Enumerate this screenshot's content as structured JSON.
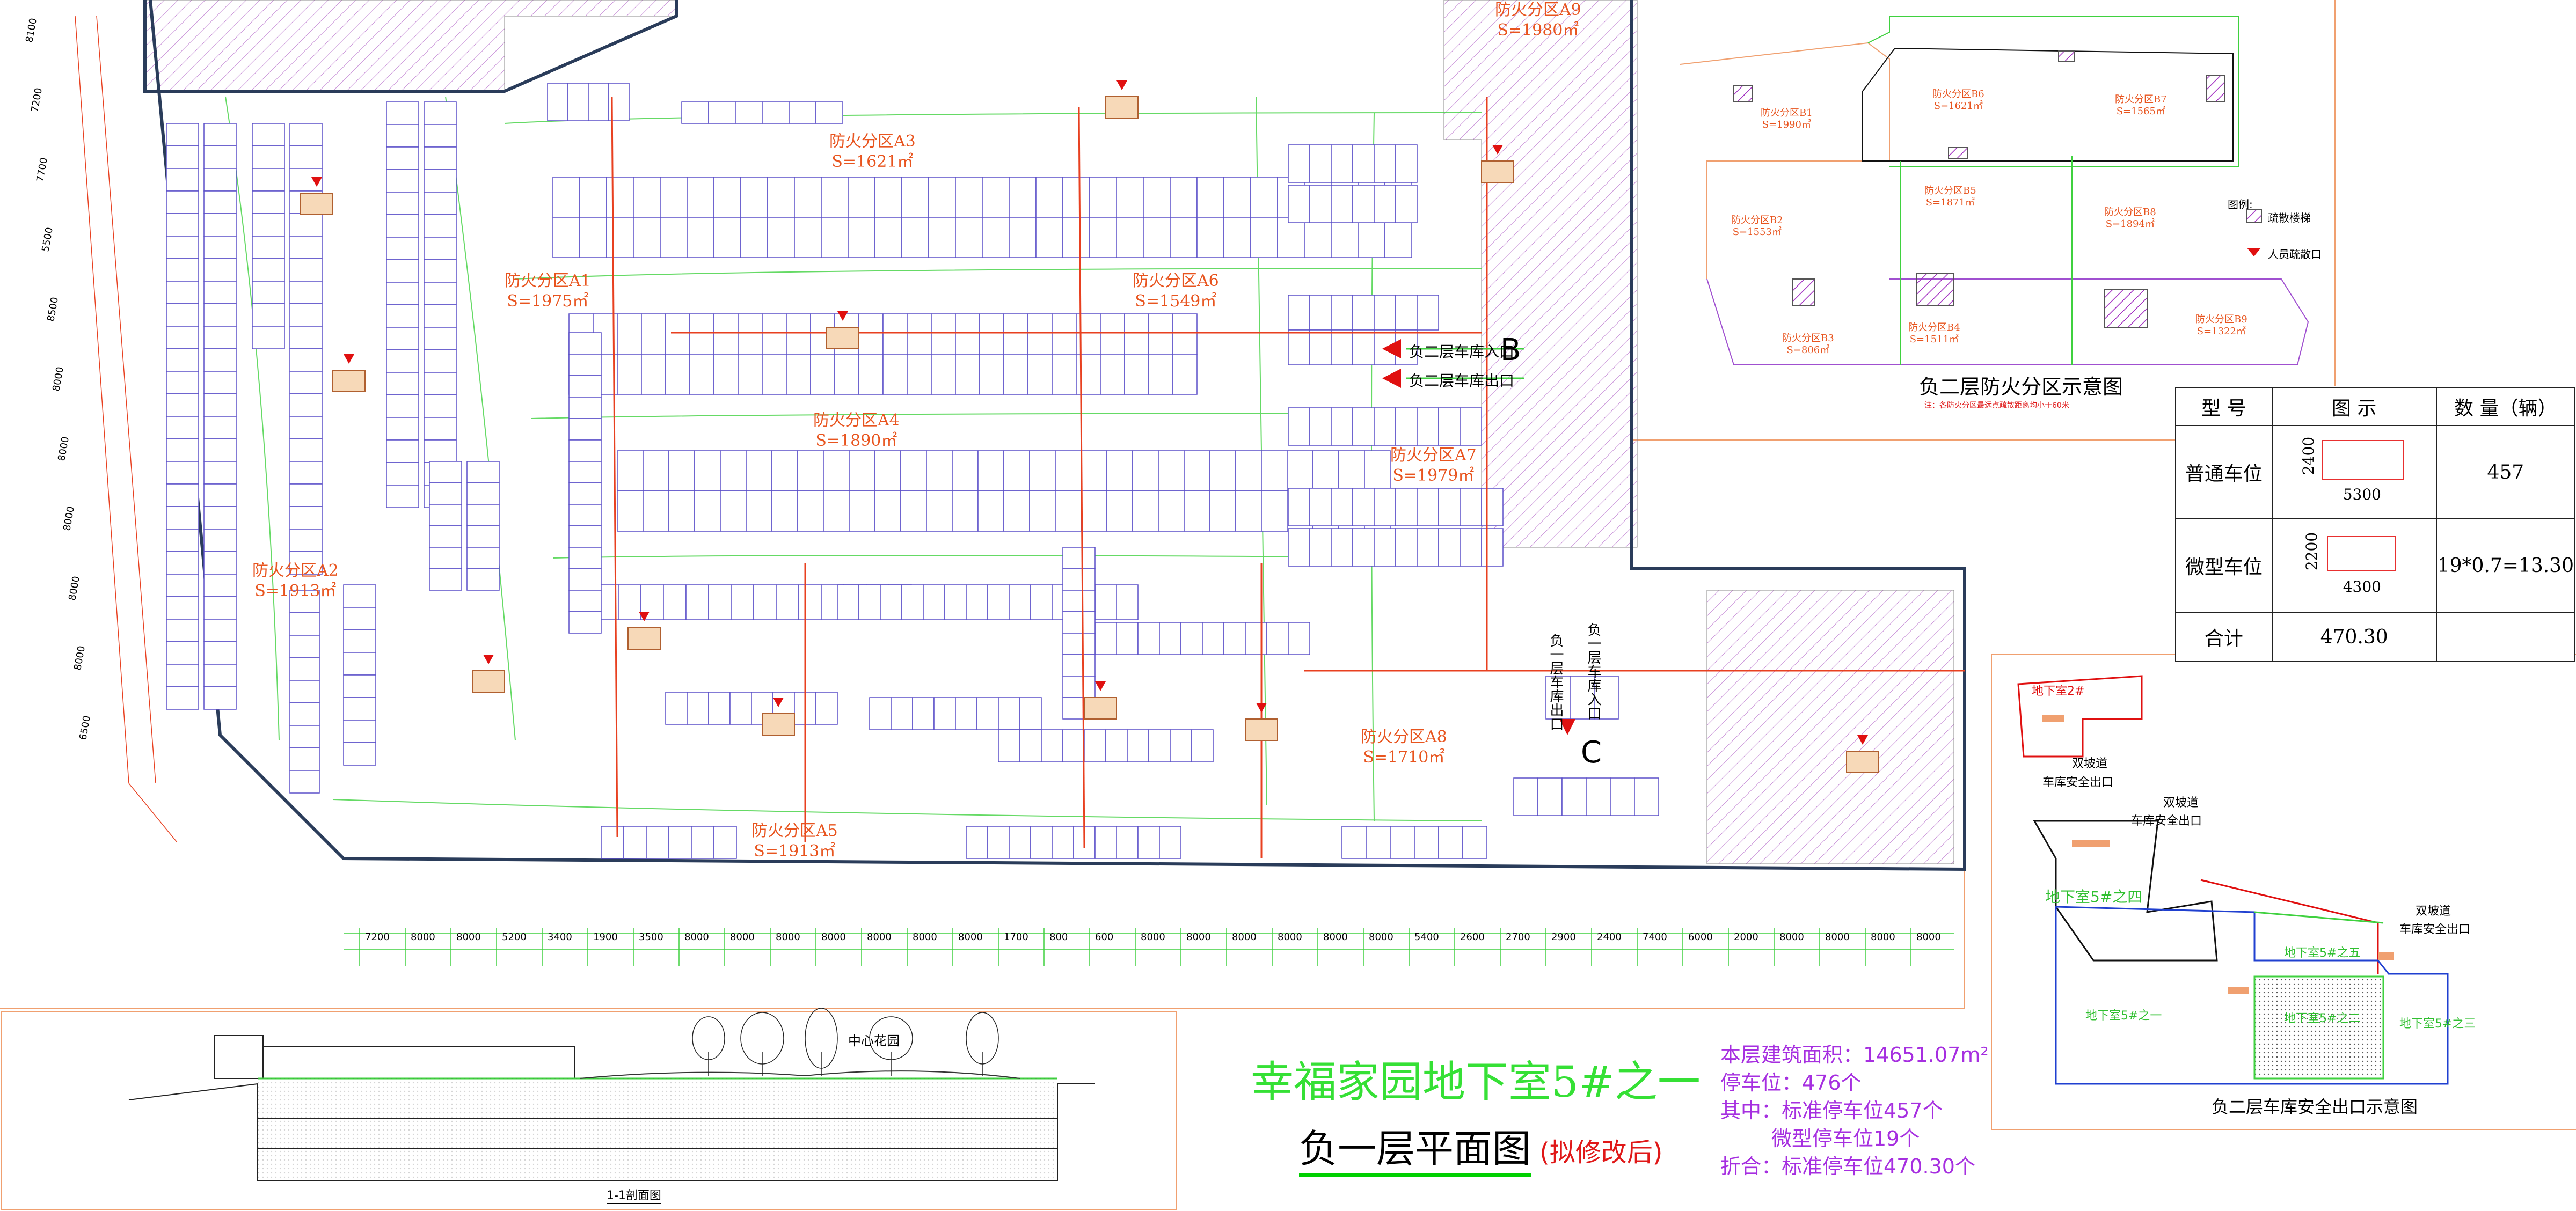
{
  "title": {
    "main": "幸福家园地下室5#之一",
    "sub": "负一层平面图",
    "note": "(拟修改后)"
  },
  "stats": [
    "本层建筑面积：14651.07m²",
    "停车位：476个",
    "其中：标准停车位457个",
    "微型停车位19个",
    "折合：标准停车位470.30个"
  ],
  "fire_zones": [
    {
      "name": "防火分区A1",
      "area": "S=1975㎡"
    },
    {
      "name": "防火分区A2",
      "area": "S=1913㎡"
    },
    {
      "name": "防火分区A3",
      "area": "S=1621㎡"
    },
    {
      "name": "防火分区A4",
      "area": "S=1890㎡"
    },
    {
      "name": "防火分区A5",
      "area": "S=1913㎡"
    },
    {
      "name": "防火分区A6",
      "area": "S=1549㎡"
    },
    {
      "name": "防火分区A7",
      "area": "S=1979㎡"
    },
    {
      "name": "防火分区A8",
      "area": "S=1710㎡"
    },
    {
      "name": "防火分区A9",
      "area": "S=1980㎡"
    }
  ],
  "entrances": {
    "b2_in": "负二层车库入口",
    "b2_out": "负二层车库出口",
    "b1_in": "负一层车库入口",
    "b1_out": "负一层车库出口",
    "letter_b": "B",
    "letter_c": "C"
  },
  "b2_fire_panel": {
    "title": "负二层防火分区示意图",
    "note": "注：各防火分区最远点疏散距离均小于60米",
    "legend_title": "图例:",
    "legend_items": [
      "疏散楼梯",
      "人员疏散口"
    ],
    "zones": [
      {
        "name": "防火分区B1",
        "area": "S=1990㎡"
      },
      {
        "name": "防火分区B2",
        "area": "S=1553㎡"
      },
      {
        "name": "防火分区B3",
        "area": "S=806㎡"
      },
      {
        "name": "防火分区B4",
        "area": "S=1511㎡"
      },
      {
        "name": "防火分区B5",
        "area": "S=1871㎡"
      },
      {
        "name": "防火分区B6",
        "area": "S=1621㎡"
      },
      {
        "name": "防火分区B7",
        "area": "S=1565㎡"
      },
      {
        "name": "防火分区B8",
        "area": "S=1894㎡"
      },
      {
        "name": "防火分区B9",
        "area": "S=1322㎡"
      }
    ]
  },
  "legend_table": {
    "headers": [
      "型 号",
      "图 示",
      "数 量（辆）"
    ],
    "rows": [
      {
        "type": "普通车位",
        "w": "5300",
        "h": "2400",
        "qty": "457"
      },
      {
        "type": "微型车位",
        "w": "4300",
        "h": "2200",
        "qty": "19*0.7=13.30"
      }
    ],
    "total_label": "合计",
    "total_value": "470.30"
  },
  "b2_exit_panel": {
    "title": "负二层车库安全出口示意图",
    "labels": {
      "ramp1": "双坡道",
      "exit1": "车库安全出口",
      "ramp2": "双坡道",
      "exit2": "车库安全出口",
      "ramp3": "双坡道",
      "exit3": "车库安全出口",
      "b2": "地下室2#",
      "b5_top": "地下室5#之四",
      "b5_five": "地下室5#之五",
      "b5_one": "地下室5#之一",
      "b5_three": "地下室5#之三",
      "b5_two": "地下室5#之二"
    }
  },
  "section": {
    "title": "1-1剖面图",
    "garden": "中心花园"
  },
  "bottom_dims": [
    "7200",
    "8000",
    "8000",
    "5200",
    "3400",
    "1900",
    "3500",
    "8000",
    "8000",
    "8000",
    "8000",
    "8000",
    "8000",
    "8000",
    "1700",
    "800",
    "600",
    "8000",
    "8000",
    "8000",
    "8000",
    "8000",
    "8000",
    "5400",
    "2600",
    "2700",
    "2900",
    "2400",
    "7400",
    "6000",
    "2000",
    "8000",
    "8000",
    "8000",
    "8000"
  ],
  "left_dims": [
    "8100",
    "7200",
    "7700",
    "5500",
    "8500",
    "8000",
    "8000",
    "8000",
    "8000",
    "8000",
    "6500"
  ],
  "colors": {
    "zone_label": "#e8541e",
    "parking_line": "#5a4fc8",
    "green_line": "#3fd13f",
    "hatch": "#c890d8",
    "title_green": "#35e035",
    "stats_purple": "#a62fe0",
    "frame_orange": "#f0a070"
  }
}
